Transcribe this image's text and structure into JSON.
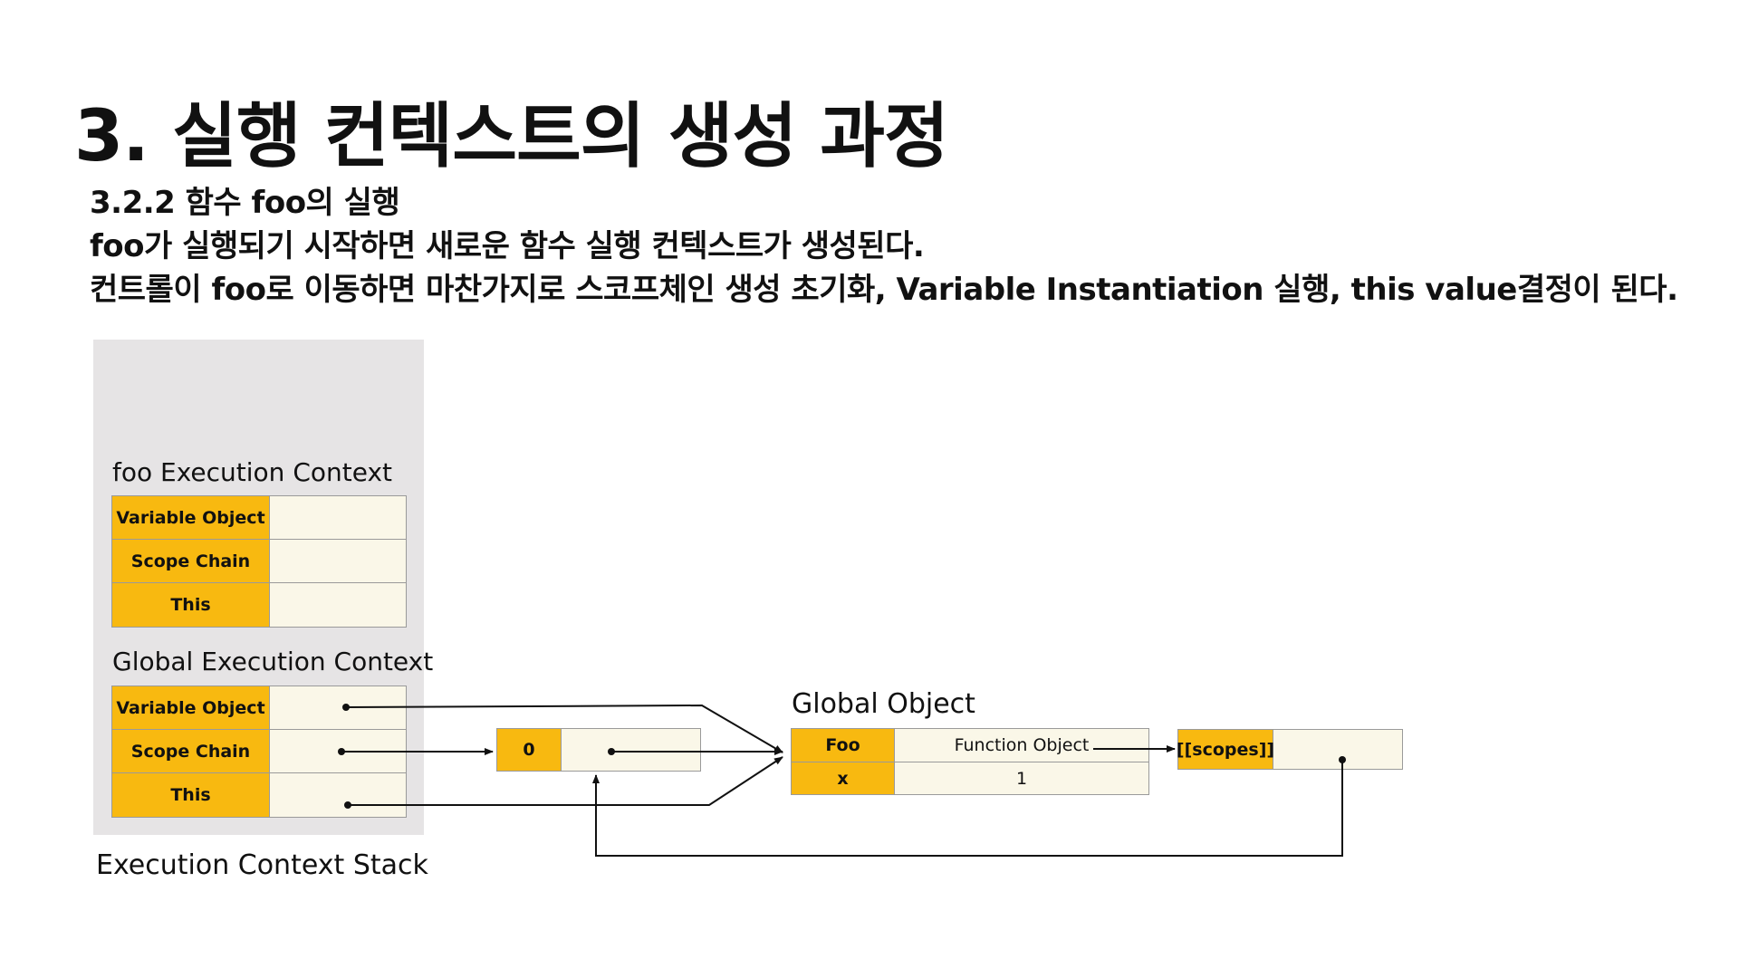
{
  "title": "3. 실행 컨텍스트의 생성 과정",
  "subtitle": "3.2.2 함수 foo의 실행",
  "description_line1": "foo가 실행되기 시작하면 새로운 함수 실행 컨텍스트가 생성된다.",
  "description_line2": "컨트롤이 foo로 이동하면 마찬가지로 스코프체인 생성 초기화, Variable Instantiation 실행, this value결정이 된다.",
  "foo_context": {
    "label": "foo Execution Context",
    "rows": [
      "Variable Object",
      "Scope Chain",
      "This"
    ]
  },
  "global_context": {
    "label": "Global Execution Context",
    "rows": [
      "Variable Object",
      "Scope Chain",
      "This"
    ]
  },
  "stack_label": "Execution Context Stack",
  "scope_chain_box": {
    "index": "0"
  },
  "global_object": {
    "label": "Global Object",
    "rows": [
      {
        "key": "Foo",
        "value": "Function Object"
      },
      {
        "key": "x",
        "value": "1"
      }
    ]
  },
  "scopes_box": {
    "label": "[[scopes]]"
  },
  "colors": {
    "key_fill": "#f8b910",
    "value_fill": "#faf7e8",
    "stack_bg": "#e6e4e5"
  }
}
